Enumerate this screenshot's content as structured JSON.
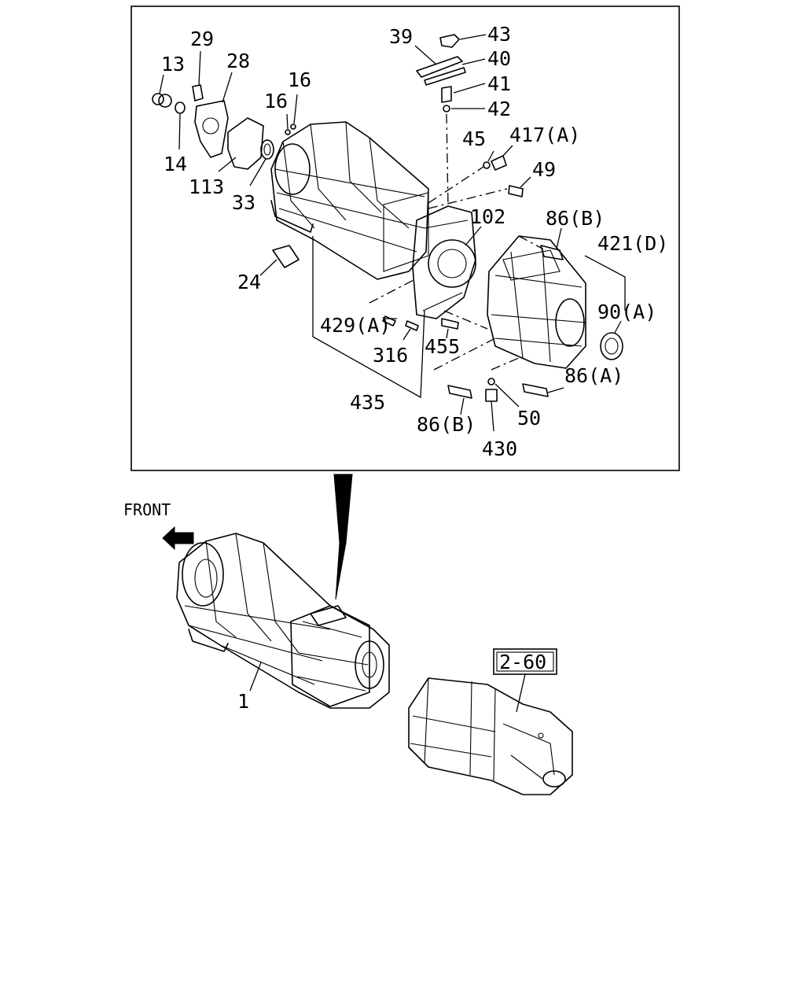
{
  "labels": {
    "p13": "13",
    "p29": "29",
    "p28": "28",
    "p16a": "16",
    "p16b": "16",
    "p39": "39",
    "p43": "43",
    "p40": "40",
    "p41": "41",
    "p42": "42",
    "p45": "45",
    "p417": "417(A)",
    "p49": "49",
    "p14": "14",
    "p113": "113",
    "p33": "33",
    "p102": "102",
    "p86b_top": "86(B)",
    "p421": "421(D)",
    "p24": "24",
    "p90": "90(A)",
    "p429": "429(A)",
    "p455": "455",
    "p316": "316",
    "p86a": "86(A)",
    "p435": "435",
    "p50": "50",
    "p86b_bottom": "86(B)",
    "p430": "430",
    "p1": "1"
  },
  "front_label": "FRONT",
  "ref_box": "2-60"
}
